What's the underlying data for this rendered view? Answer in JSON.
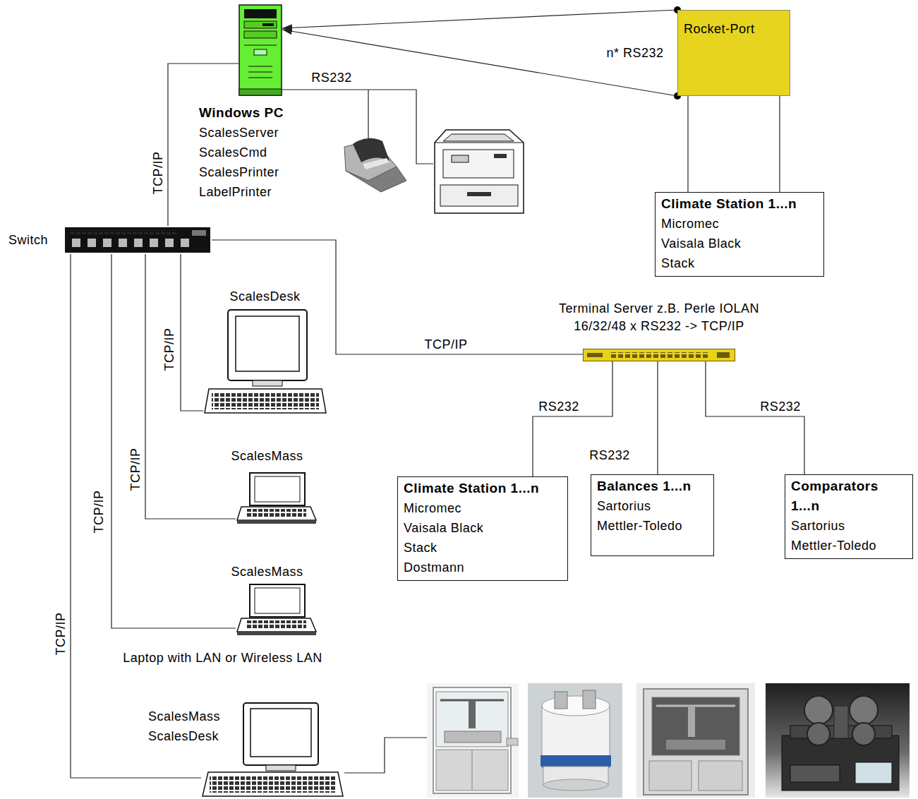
{
  "diagram": {
    "nodes": [
      {
        "text": [
          "Windows PC",
          "ScalesServer ScalesCmd ScalesPrinter LabelPrinter"
        ]
      },
      {
        "text": [
          "Rocket-Port"
        ]
      },
      {
        "text": [
          "Climate Station 1...n",
          "Micromec Vaisala Black Stack"
        ]
      },
      {
        "text": [
          "Switch"
        ]
      },
      {
        "text": [
          "ScalesDesk"
        ]
      },
      {
        "text": [
          "Terminal Server z.B. Perle IOLAN 16/32/48 x RS232 -> TCP/IP"
        ]
      },
      {
        "text": [
          "ScalesMass"
        ]
      },
      {
        "text": [
          "ScalesMass",
          "Laptop with LAN or Wireless LAN"
        ]
      },
      {
        "text": [
          "Climate Station 1...n",
          "Micromec Vaisala Black Stack Dostmann"
        ]
      },
      {
        "text": [
          "Balances 1...n",
          "Sartorius Mettler-Toledo"
        ]
      },
      {
        "text": [
          "Comparators 1...n",
          "Sartorius Mettler-Toledo"
        ]
      },
      {
        "text": [
          "ScalesMass ScalesDesk"
        ]
      }
    ],
    "edges": [
      {
        "from": 1,
        "to": 0,
        "arrow": "to",
        "label": "n* RS232"
      },
      {
        "from": 1,
        "to": 0,
        "arrow": "to"
      },
      {
        "from": 2,
        "to": 1,
        "arrow": "none"
      },
      {
        "from": 2,
        "to": 1,
        "arrow": "none"
      },
      {
        "from": 0,
        "to": 3,
        "arrow": "none",
        "label": "TCP/IP"
      },
      {
        "from": 3,
        "to": 4,
        "arrow": "none",
        "label": "TCP/IP"
      },
      {
        "from": 3,
        "to": 5,
        "arrow": "none",
        "label": "TCP/IP"
      },
      {
        "from": 3,
        "to": 6,
        "arrow": "none",
        "label": "TCP/IP"
      },
      {
        "from": 3,
        "to": 7,
        "arrow": "none",
        "label": "TCP/IP"
      },
      {
        "from": 3,
        "to": 11,
        "arrow": "none",
        "label": "TCP/IP"
      },
      {
        "from": 5,
        "to": 8,
        "arrow": "none",
        "label": "RS232"
      },
      {
        "from": 5,
        "to": 9,
        "arrow": "none",
        "label": "RS232"
      },
      {
        "from": 5,
        "to": 10,
        "arrow": "none",
        "label": "RS232"
      }
    ],
    "labels": [
      "RS232"
    ]
  }
}
